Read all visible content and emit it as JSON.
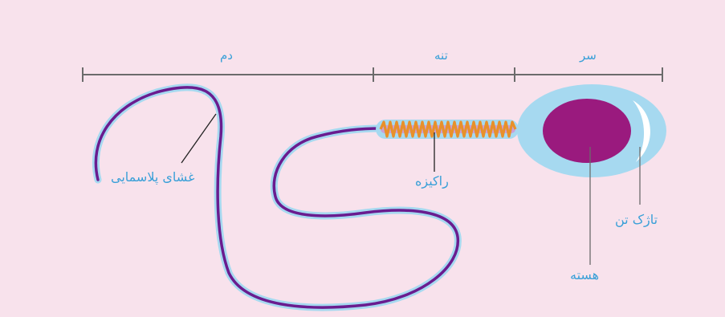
{
  "sections": {
    "tail": "دم",
    "midpiece": "تنه",
    "head": "سر"
  },
  "parts": {
    "plasma_membrane": "غشای پلاسمایی",
    "mitochondria": "راکیزه",
    "nucleus": "هسته",
    "acrosome": "تاژک تن"
  },
  "colors": {
    "background": "#f8e2ec",
    "label_text": "#3aa0d8",
    "head_outer": "#a6d9f0",
    "nucleus": "#9a1a7e",
    "tail": "#6a1c8f",
    "membrane_glow": "#a6d9f0",
    "mitochondria": "#e8902a",
    "mitochondria_core": "#c9a0d8",
    "ruler": "#6b6b6b",
    "pointer": "#222222"
  }
}
